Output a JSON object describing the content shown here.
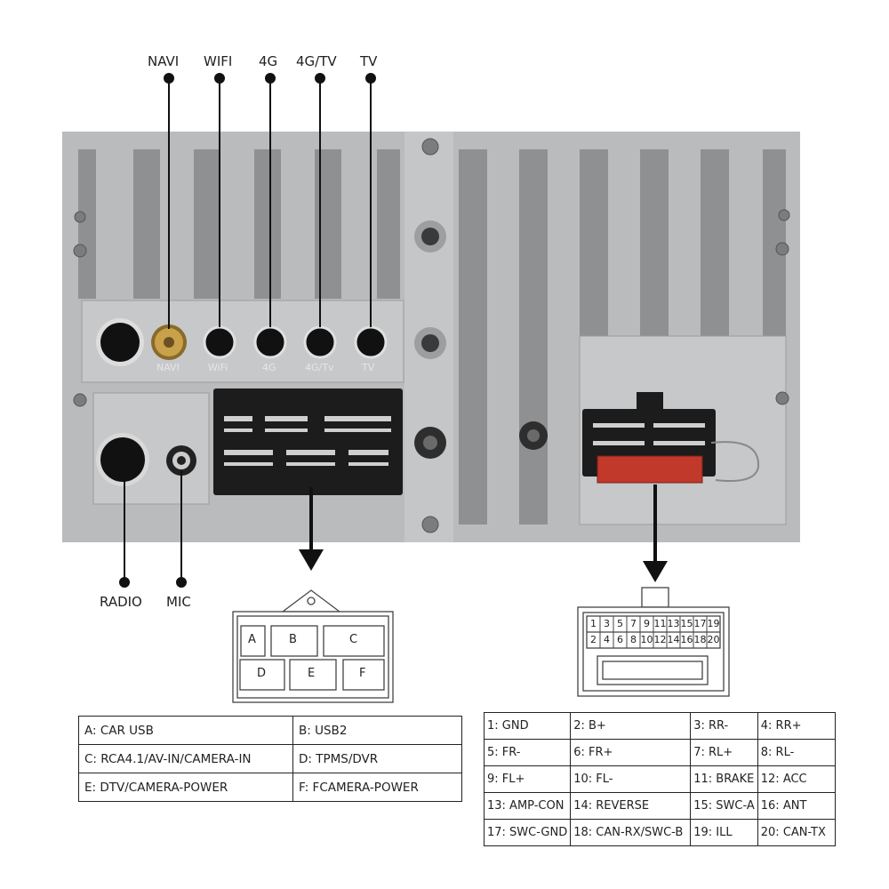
{
  "antenna_labels": [
    "NAVI",
    "WIFI",
    "4G",
    "4G/TV",
    "TV"
  ],
  "port_engravings": [
    "NAVI",
    "WiFi",
    "4G",
    "4G/Tv",
    "TV"
  ],
  "bottom_labels": {
    "radio": "RADIO",
    "mic": "MIC"
  },
  "connector_a_to_f": [
    "A",
    "B",
    "C",
    "D",
    "E",
    "F"
  ],
  "pin_rows": {
    "top": [
      "1",
      "3",
      "5",
      "7",
      "9",
      "11",
      "13",
      "15",
      "17",
      "19"
    ],
    "bottom": [
      "2",
      "4",
      "6",
      "8",
      "10",
      "12",
      "14",
      "16",
      "18",
      "20"
    ]
  },
  "legend_left": [
    [
      "A: CAR USB",
      "B: USB2"
    ],
    [
      "C: RCA4.1/AV-IN/CAMERA-IN",
      "D: TPMS/DVR"
    ],
    [
      "E: DTV/CAMERA-POWER",
      "F: FCAMERA-POWER"
    ]
  ],
  "legend_right": [
    [
      "1: GND",
      "2: B+",
      "3: RR-",
      "4: RR+"
    ],
    [
      "5: FR-",
      "6: FR+",
      "7: RL+",
      "8: RL-"
    ],
    [
      "9: FL+",
      "10: FL-",
      "11: BRAKE",
      "12: ACC"
    ],
    [
      "13: AMP-CON",
      "14: REVERSE",
      "15: SWC-A",
      "16: ANT"
    ],
    [
      "17: SWC-GND",
      "18: CAN-RX/SWC-B",
      "19: ILL",
      "20: CAN-TX"
    ]
  ],
  "colors": {
    "chassis": "#b9bbbd",
    "slot": "#8e9092",
    "connector": "#1c1c1c",
    "fuse": "#c0392b",
    "antenna_gold": "#c9a14a"
  }
}
